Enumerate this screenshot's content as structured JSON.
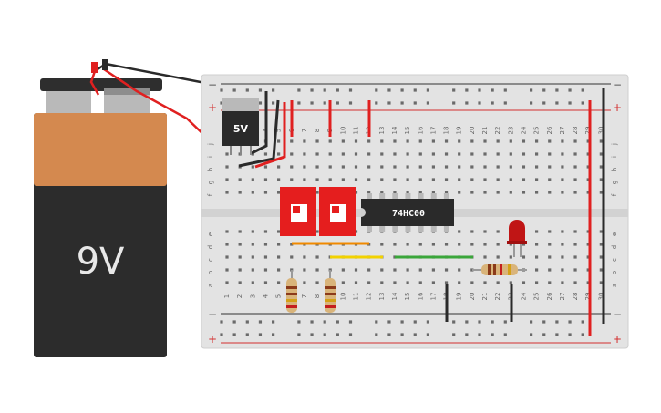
{
  "battery": {
    "voltage_label": "9V",
    "colors": {
      "cap": "#d4894f",
      "body": "#2c2c2c",
      "terminal": "#b9b9b9",
      "text": "#e8e8e8"
    }
  },
  "regulator": {
    "label": "5V"
  },
  "chip": {
    "label": "74HC00"
  },
  "breadboard": {
    "column_numbers": [
      "1",
      "2",
      "3",
      "4",
      "5",
      "6",
      "7",
      "8",
      "9",
      "10",
      "11",
      "12",
      "13",
      "14",
      "15",
      "16",
      "17",
      "18",
      "19",
      "20",
      "21",
      "22",
      "23",
      "24",
      "25",
      "26",
      "27",
      "28",
      "29",
      "30"
    ],
    "top_row_letters": [
      "j",
      "i",
      "h",
      "g",
      "f"
    ],
    "bottom_row_letters": [
      "e",
      "d",
      "c",
      "b",
      "a"
    ],
    "rail_plus": "+",
    "rail_minus": "−"
  },
  "components": {
    "dip_switches": [
      "dip-switch-1",
      "dip-switch-2"
    ],
    "resistors": [
      "pulldown-resistor-1",
      "pulldown-resistor-2",
      "led-resistor"
    ],
    "led": "red-led"
  },
  "colors": {
    "board": "#e3e3e3",
    "board_edge": "#cfcfcf",
    "hole": "#6a6a6a",
    "rail_red": "#d32f2f",
    "rail_black": "#333333",
    "wire_red": "#e02020",
    "wire_black": "#2a2a2a",
    "wire_orange": "#f08a00",
    "wire_yellow": "#f2d200",
    "wire_green": "#3aa63a",
    "switch_red": "#e51e1e",
    "chip_body": "#2a2a2a",
    "led_red": "#c01515"
  }
}
